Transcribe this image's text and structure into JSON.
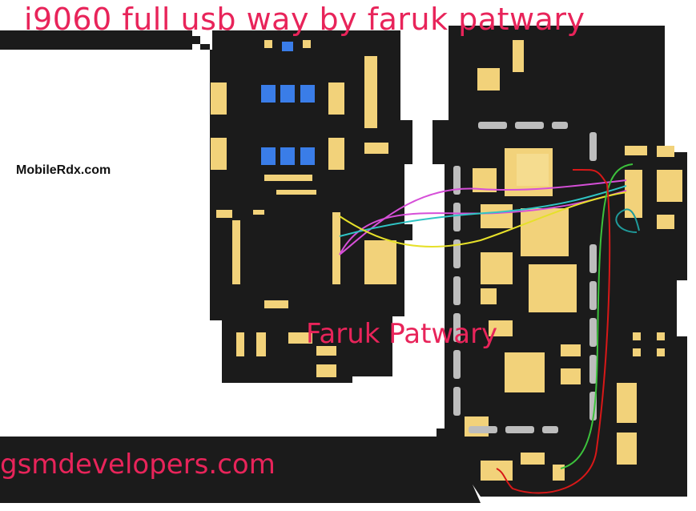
{
  "title": "i9060  full usb way by faruk patwary",
  "site_label": "MobileRdx.com",
  "author_label": "Faruk Patwary",
  "bottom_label": "gsmdevelopers.com",
  "colors": {
    "board": "#1b1b1b",
    "pad": "#f2d27a",
    "blue_pad": "#3a7de8",
    "gray_pad": "#bdbdbd",
    "text_accent": "#e8245a",
    "wire_magenta": "#d64fd8",
    "wire_cyan": "#2fc4c4",
    "wire_yellow": "#e6e02a",
    "wire_green": "#3cc23c",
    "wire_red": "#d81818"
  }
}
